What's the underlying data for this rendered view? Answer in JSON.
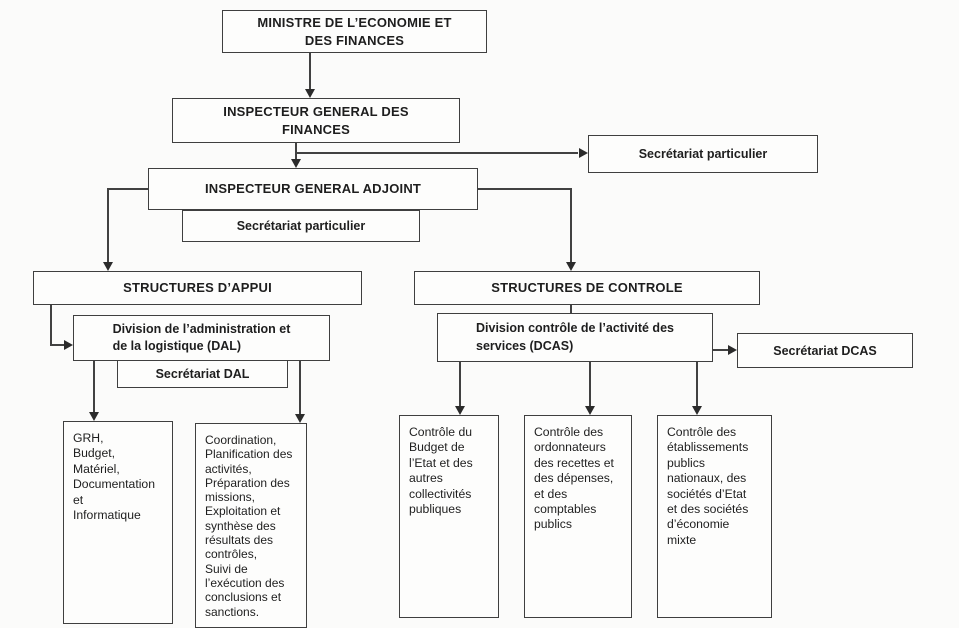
{
  "diagram": {
    "type": "org-chart",
    "language": "fr",
    "colors": {
      "paper": "#fbfbfa",
      "box_fill": "#fdfdfc",
      "ink": "#1e1e1e",
      "line": "#414141"
    },
    "nodes": {
      "ministre": {
        "label": "MINISTRE DE L’ECONOMIE ET\nDES FINANCES"
      },
      "igf": {
        "label": "INSPECTEUR GENERAL DES\nFINANCES"
      },
      "sec_part_1": {
        "label": "Secrétariat particulier"
      },
      "iga": {
        "label": "INSPECTEUR GENERAL ADJOINT"
      },
      "sec_part_2": {
        "label": "Secrétariat particulier"
      },
      "appui": {
        "label": "STRUCTURES D’APPUI"
      },
      "controle": {
        "label": "STRUCTURES DE CONTROLE"
      },
      "dal": {
        "label": "Division de l’administration et\nde la logistique (DAL)"
      },
      "sec_dal": {
        "label": "Secrétariat DAL"
      },
      "dcas": {
        "label": "Division contrôle de l’activité des\nservices (DCAS)"
      },
      "sec_dcas": {
        "label": "Secrétariat DCAS"
      },
      "grh": {
        "label": "GRH,\nBudget,\nMatériel,\nDocumentation\net\nInformatique"
      },
      "coordination": {
        "label": "Coordination,\nPlanification des\nactivités,\nPréparation des\nmissions,\nExploitation et\nsynthèse des\nrésultats des\ncontrôles,\nSuivi de\nl’exécution des\nconclusions et\nsanctions."
      },
      "ctrl_budget": {
        "label": "Contrôle du\nBudget de\nl’Etat et des\nautres\ncollectivités\npubliques"
      },
      "ctrl_ordонnateurs_note": null,
      "ctrl_ordo": {
        "label": "Contrôle des\nordonnateurs\ndes recettes et\ndes dépenses,\net des\ncomptables\npublics"
      },
      "ctrl_etab": {
        "label": "Contrôle des\nétablissements\npublics\nnationaux, des\nsociétés d’Etat\net des sociétés\nd’économie\nmixte"
      }
    },
    "edges": [
      "ministre -> igf",
      "igf -> sec_part_1",
      "igf -> iga",
      "iga -> appui",
      "iga -> controle",
      "appui -> dal",
      "dal -> grh",
      "dal -> coordination",
      "controle -> dcas",
      "dcas -> sec_dcas",
      "dcas -> ctrl_budget",
      "dcas -> ctrl_ordo",
      "dcas -> ctrl_etab"
    ]
  }
}
